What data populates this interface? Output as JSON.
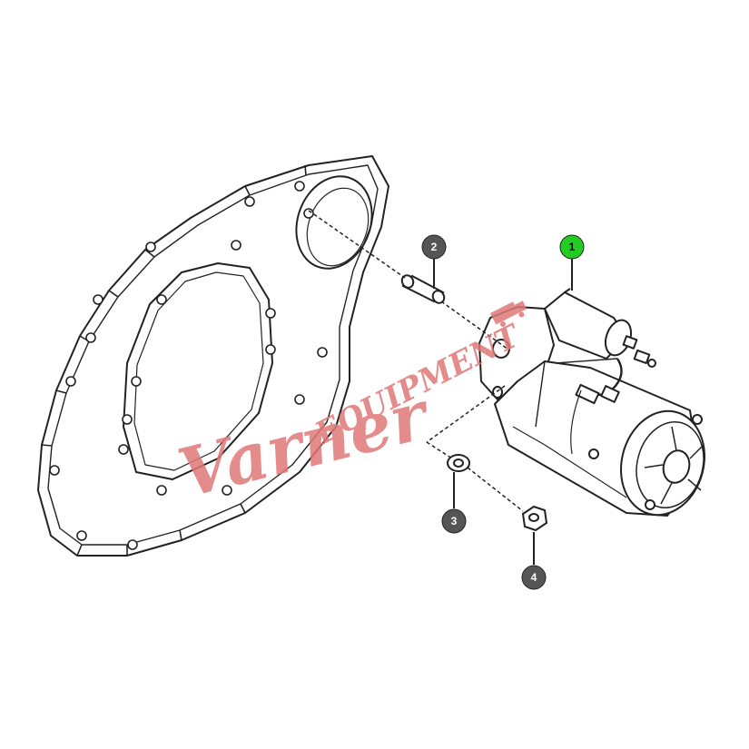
{
  "diagram": {
    "callouts": [
      {
        "id": "1",
        "label": "1",
        "color": "#22cc22",
        "part": "starter-motor"
      },
      {
        "id": "2",
        "label": "2",
        "color": "#555555",
        "part": "dowel-pin"
      },
      {
        "id": "3",
        "label": "3",
        "color": "#555555",
        "part": "washer"
      },
      {
        "id": "4",
        "label": "4",
        "color": "#555555",
        "part": "nut"
      }
    ],
    "watermark": {
      "script_text": "Varner",
      "block_text": "EQUIPMENT",
      "color": "#e07878"
    },
    "line_color": "#222222"
  }
}
